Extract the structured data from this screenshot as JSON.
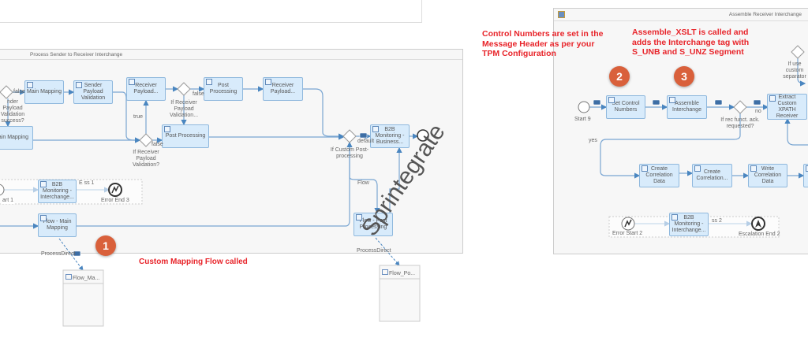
{
  "left_panel": {
    "title": "Process Sender to Receiver Interchange",
    "tasks": {
      "main_mapping_1": "Main Mapping",
      "sender_payload_validation": "Sender Payload Validation",
      "receiver_payload_1": "Receiver Payload...",
      "post_processing_1": "Post Processing",
      "receiver_payload_2": "Receiver Payload...",
      "main_mapping_2": "ain Mapping",
      "post_processing_2": "Post Processing",
      "b2b_monitoring_interchange": "B2B Monitoring - Interchange...",
      "flow_main_mapping": "Flow - Main Mapping",
      "b2b_monitoring_business": "B2B Monitoring - Business...",
      "flow_post_processing": "Flow - Post Processing"
    },
    "labels": {
      "gw_sender": "nder Payload Validation success?",
      "false_1": "false",
      "gw_receiver_1": "If Receiver Payload Validation...",
      "false_2": "false",
      "true_1": "true",
      "gw_receiver_2": "If Receiver Payload Validation?",
      "false_3": "false",
      "event_sub": "E        ss 1",
      "start_1": "art 1",
      "error_end_3": "Error End 3",
      "gw_custom_post": "If Custom Post-processing",
      "default": "default",
      "flow": "Flow",
      "process_direct_1": "ProcessDirect",
      "process_direct_2": "ProcessDirect"
    },
    "participants": {
      "flow_ma": "Flow_Ma...",
      "flow_po": "Flow_Po..."
    }
  },
  "right_panel": {
    "title": "Assemble Receiver Interchange",
    "tasks": {
      "set_control_numbers": "Set Control Numbers",
      "assemble_interchange": "Assemble Interchange",
      "extract_custom_xpath": "Extract Custom XPATH Receiver",
      "create_correlation_1": "Create Correlation Data",
      "create_correlation_2": "Create Correlation...",
      "write_correlation": "Write Correlation Data",
      "b2b_monitoring_interchange": "B2B Monitoring - Interchange..."
    },
    "labels": {
      "start_9": "Start 9",
      "gw_rec_funct": "If rec funct. ack. requested?",
      "no": "no",
      "yes": "yes",
      "gw_custom_sep": "If use custom separator",
      "error_start_2": "Error Start 2",
      "escalation_end_2": "Escalation End 2",
      "event_sub": "ss 2"
    }
  },
  "annotations": {
    "control_numbers": "Control Numbers are set in the Message Header as per your TPM Configuration",
    "assemble_xslt": "Assemble_XSLT is called and adds the Interchange tag with S_UNB and S_UNZ Segment",
    "custom_mapping": "Custom Mapping Flow called",
    "badge_1": "1",
    "badge_2": "2",
    "badge_3": "3"
  },
  "watermark": "Sprintegrate",
  "colors": {
    "badge": "#d9603b",
    "annotation": "#e8242a",
    "task_fill": "#d8ebfb",
    "connector": "#4a86c0"
  }
}
